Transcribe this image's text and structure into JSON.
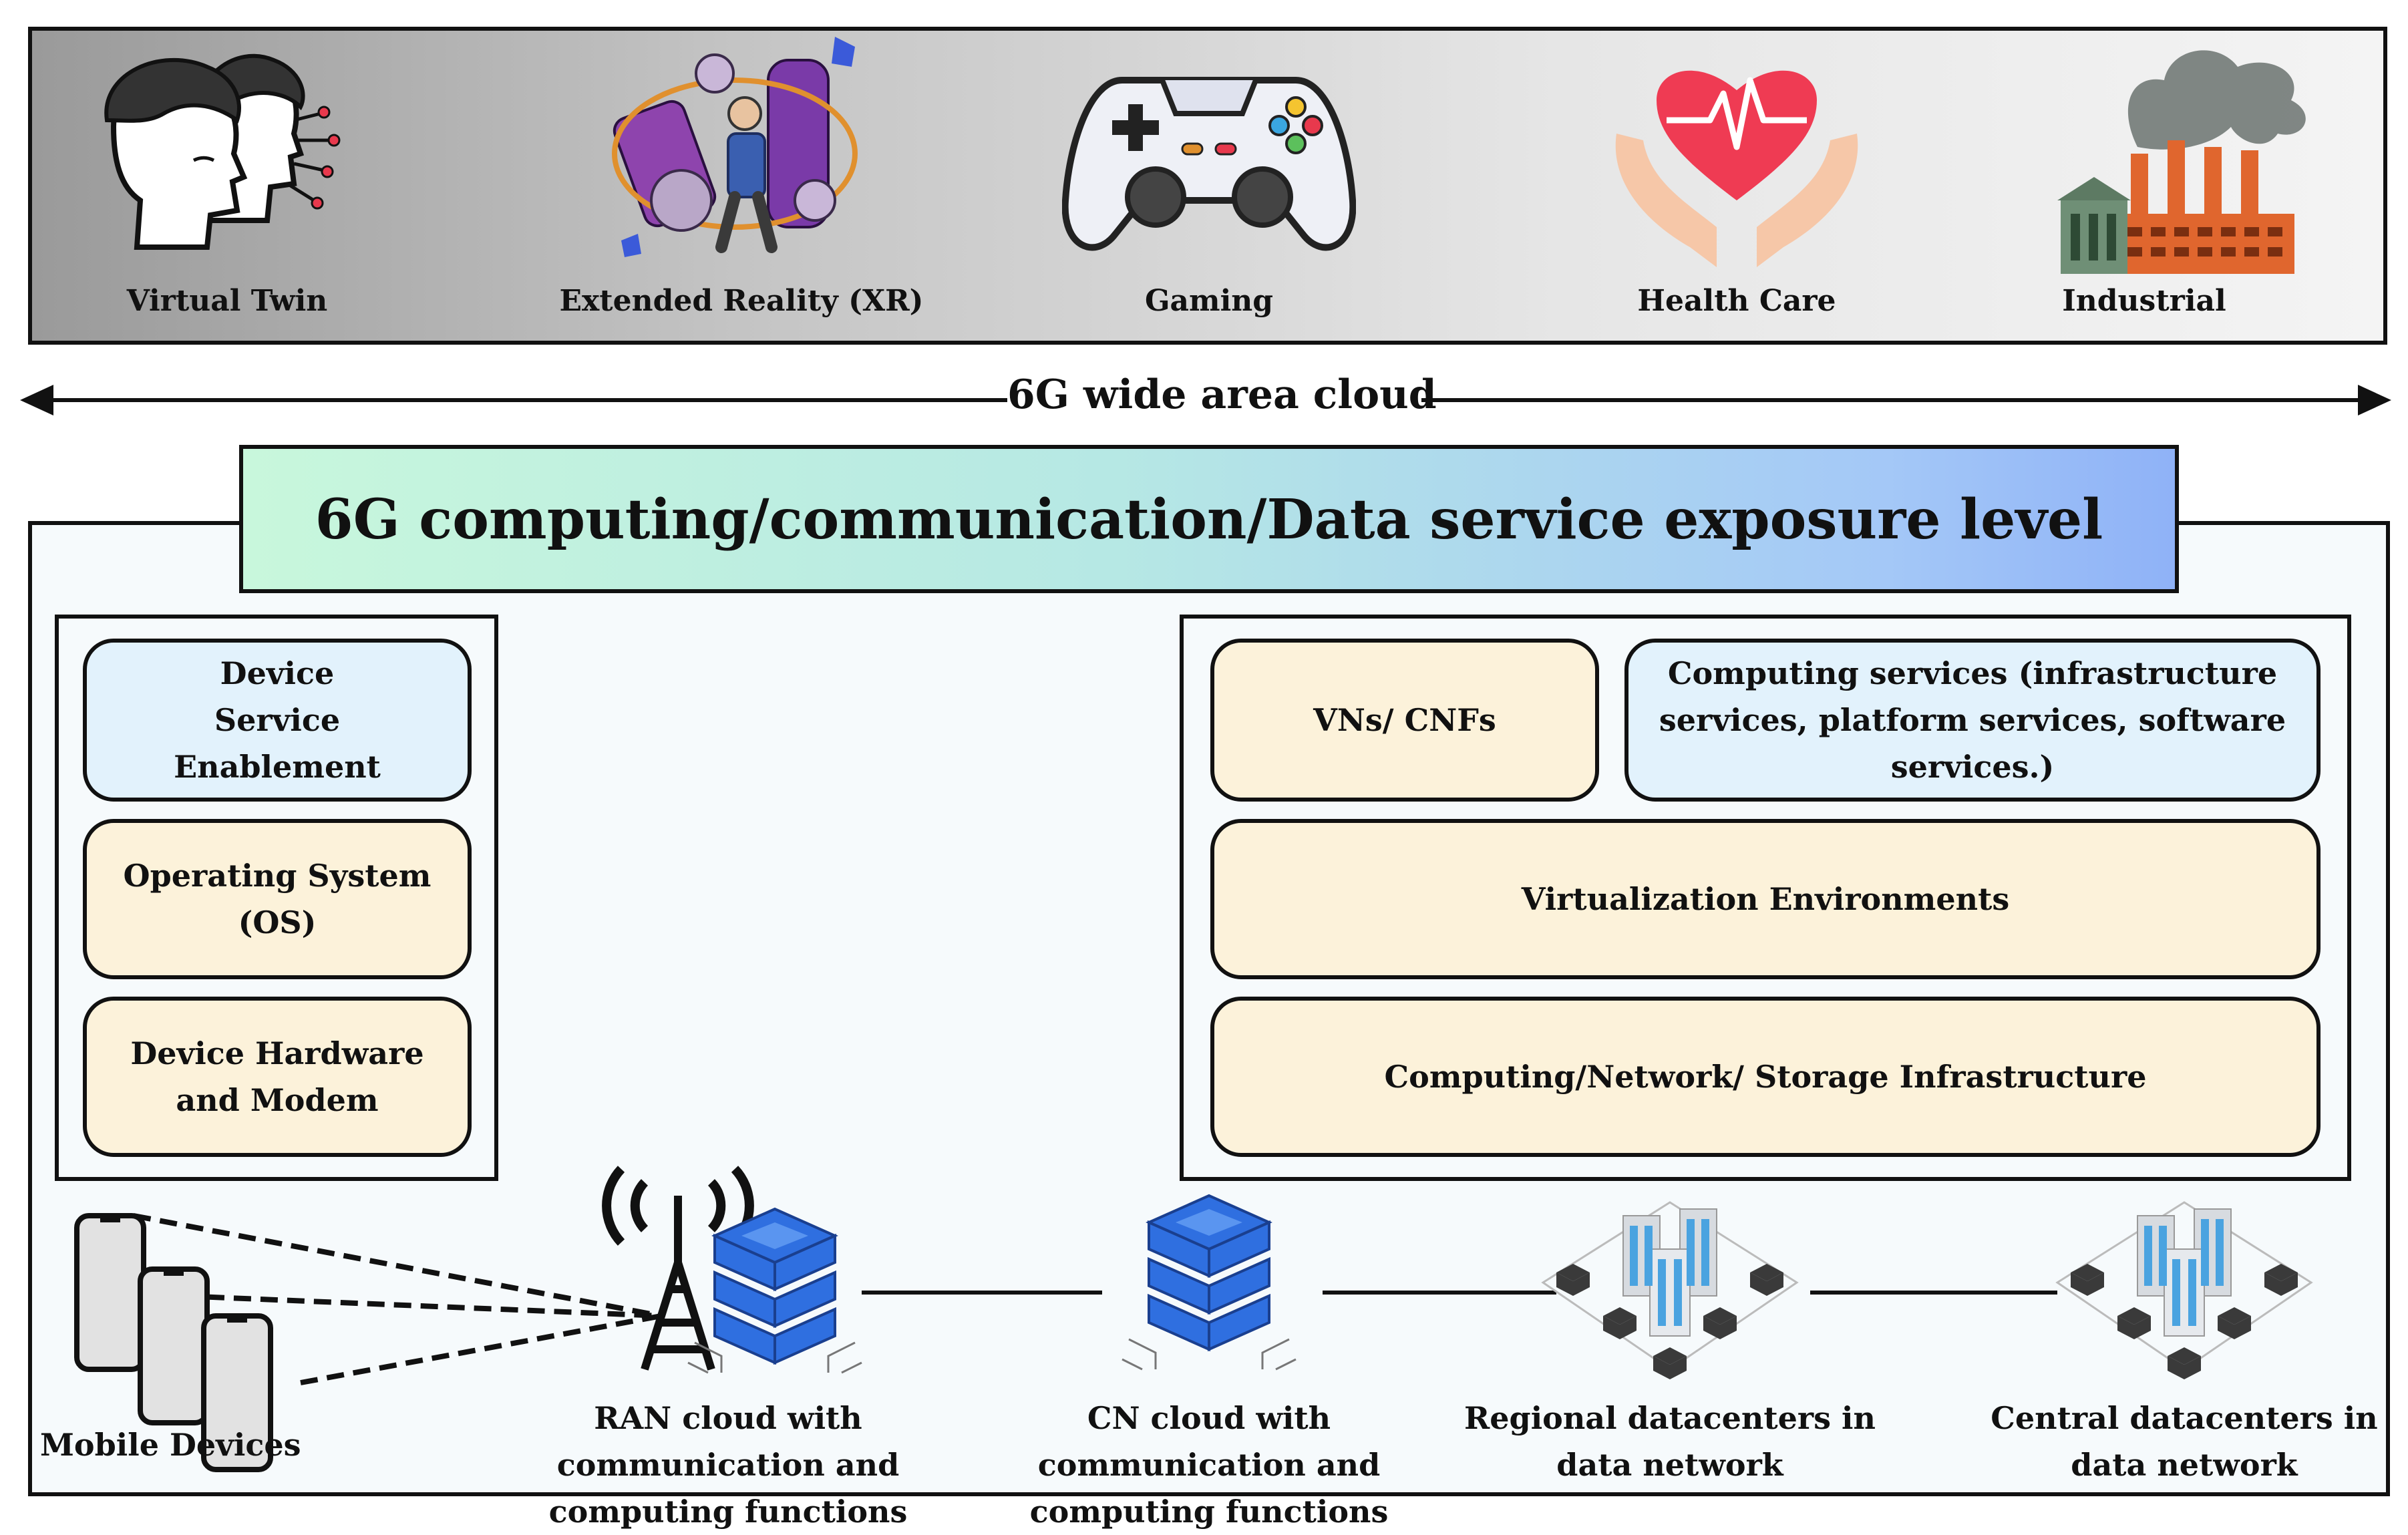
{
  "applications": [
    {
      "label": "Virtual Twin",
      "icon": "virtual-twin-icon"
    },
    {
      "label": "Extended Reality (XR)",
      "icon": "xr-avatar-icon"
    },
    {
      "label": "Gaming",
      "icon": "gamepad-icon"
    },
    {
      "label": "Health Care",
      "icon": "heart-hands-icon"
    },
    {
      "label": "Industrial",
      "icon": "factory-icon"
    }
  ],
  "cloud": {
    "label": "6G wide area cloud"
  },
  "exposure": {
    "label": "6G computing/communication/Data service exposure level"
  },
  "device_stack": {
    "service": "Device Service Enablement",
    "os": "Operating System (OS)",
    "hardware": "Device Hardware and Modem"
  },
  "cloud_stack": {
    "vnfs": "VNs/ CNFs",
    "computing_services": "Computing services (infrastructure services, platform services, software services.)",
    "virtualization": "Virtualization Environments",
    "infrastructure": "Computing/Network/ Storage Infrastructure"
  },
  "network": {
    "mobile": "Mobile Devices",
    "ran": "RAN cloud with communication and computing functions",
    "cn": "CN cloud with communication and computing functions",
    "regional": "Regional datacenters in data network",
    "central": "Central datacenters in data network"
  },
  "colors": {
    "blue_block": "#e2f2fc",
    "cream_block": "#fcf2da",
    "server_blue": "#2f6fe0",
    "heart_red": "#e8394d",
    "factory_orange": "#e0662e"
  }
}
